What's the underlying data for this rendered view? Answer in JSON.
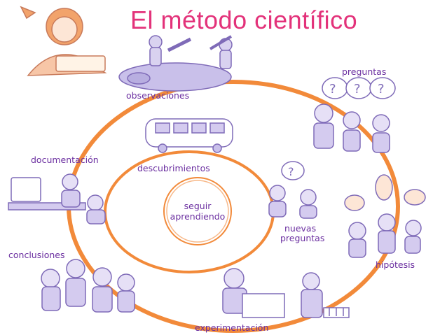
{
  "title": "El método científico",
  "stages": {
    "observaciones": "observaciones",
    "preguntas": "preguntas",
    "hipotesis": "hipótesis",
    "experimentacion": "experimentación",
    "conclusiones": "conclusiones",
    "documentacion": "documentación",
    "descubrimientos": "descubrimientos",
    "nuevas_preguntas_1": "nuevas",
    "nuevas_preguntas_2": "preguntas"
  },
  "center": {
    "line1": "seguir",
    "line2": "aprendiendo"
  },
  "colors": {
    "cycle": "#f28a3a",
    "label": "#6b2fa0",
    "title": "#e3327a",
    "illustration": "#7f6bb8"
  }
}
